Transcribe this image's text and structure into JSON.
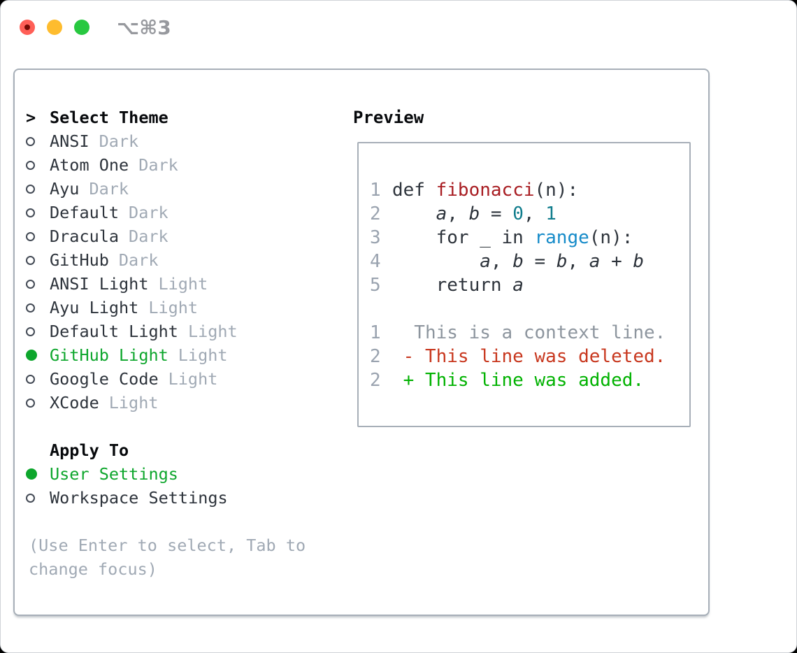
{
  "window": {
    "title": "⌥⌘3"
  },
  "titlebar": {
    "buttons": [
      {
        "name": "close",
        "has_unsaved_dot": true
      },
      {
        "name": "minimize"
      },
      {
        "name": "zoom"
      }
    ]
  },
  "theme_picker": {
    "header_prefix": ">",
    "header": "Select Theme",
    "items": [
      {
        "name": "ANSI",
        "tag": "Dark",
        "selected": false
      },
      {
        "name": "Atom One",
        "tag": "Dark",
        "selected": false
      },
      {
        "name": "Ayu",
        "tag": "Dark",
        "selected": false
      },
      {
        "name": "Default",
        "tag": "Dark",
        "selected": false
      },
      {
        "name": "Dracula",
        "tag": "Dark",
        "selected": false
      },
      {
        "name": "GitHub",
        "tag": "Dark",
        "selected": false
      },
      {
        "name": "ANSI Light",
        "tag": "Light",
        "selected": false
      },
      {
        "name": "Ayu Light",
        "tag": "Light",
        "selected": false
      },
      {
        "name": "Default Light",
        "tag": "Light",
        "selected": false
      },
      {
        "name": "GitHub Light",
        "tag": "Light",
        "selected": true
      },
      {
        "name": "Google Code",
        "tag": "Light",
        "selected": false
      },
      {
        "name": "XCode",
        "tag": "Light",
        "selected": false
      }
    ]
  },
  "apply_to": {
    "header": "Apply To",
    "options": [
      {
        "name": "User Settings",
        "selected": true
      },
      {
        "name": "Workspace Settings",
        "selected": false
      }
    ]
  },
  "hint": {
    "lines": [
      "(Use Enter to select, Tab to",
      "change focus)"
    ]
  },
  "preview": {
    "header": "Preview",
    "code_lines": [
      {
        "num": "1",
        "tokens": [
          [
            "def ",
            "p"
          ],
          [
            "fibonacci",
            "fn"
          ],
          [
            "(n):",
            "p"
          ]
        ]
      },
      {
        "num": "2",
        "tokens": [
          [
            "    ",
            "p"
          ],
          [
            "a",
            "v"
          ],
          [
            ", ",
            "p"
          ],
          [
            "b",
            "v"
          ],
          [
            " = ",
            "p"
          ],
          [
            "0",
            "n"
          ],
          [
            ", ",
            "p"
          ],
          [
            "1",
            "n"
          ]
        ]
      },
      {
        "num": "3",
        "tokens": [
          [
            "    for _ in ",
            "p"
          ],
          [
            "range",
            "b"
          ],
          [
            "(n):",
            "p"
          ]
        ]
      },
      {
        "num": "4",
        "tokens": [
          [
            "        ",
            "p"
          ],
          [
            "a",
            "v"
          ],
          [
            ", ",
            "p"
          ],
          [
            "b",
            "v"
          ],
          [
            " = ",
            "p"
          ],
          [
            "b",
            "v"
          ],
          [
            ", ",
            "p"
          ],
          [
            "a",
            "v"
          ],
          [
            " + ",
            "p"
          ],
          [
            "b",
            "v"
          ]
        ]
      },
      {
        "num": "5",
        "tokens": [
          [
            "    return ",
            "p"
          ],
          [
            "a",
            "v"
          ]
        ]
      }
    ],
    "diff_lines": [
      {
        "num": "1",
        "text": "  This is a context line.",
        "kind": "ctx"
      },
      {
        "num": "2",
        "text": " - This line was deleted.",
        "kind": "del"
      },
      {
        "num": "2",
        "text": " + This line was added.",
        "kind": "add"
      }
    ]
  },
  "colors": {
    "selection_green": "#0da62c",
    "muted_gray": "#a0a9b4",
    "text_dark": "#2d333b",
    "header_black": "#07090c",
    "border_gray": "#a7afb8",
    "code_function_red": "#a81d22",
    "code_number_teal": "#0f7c8c",
    "code_builtin_blue": "#168bc9",
    "diff_deleted_red": "#c8381f",
    "diff_added_green": "#01b201",
    "context_gray": "#8d959e",
    "line_number_gray": "#9aa3af",
    "traffic_red": "#ff5f57",
    "traffic_yellow": "#febc2e",
    "traffic_green": "#28c840",
    "title_gray": "#97999e"
  }
}
